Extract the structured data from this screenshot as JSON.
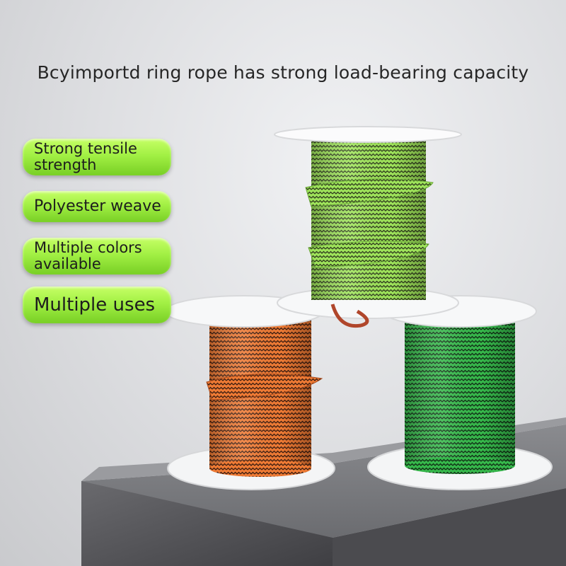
{
  "headline": "Bcyimportd ring rope has strong load-bearing capacity",
  "features": [
    {
      "lines": [
        "Strong tensile",
        "strength"
      ]
    },
    {
      "lines": [
        "Polyester weave"
      ]
    },
    {
      "lines": [
        "Multiple colors",
        "available"
      ]
    },
    {
      "lines": [
        "Multiple uses"
      ]
    }
  ],
  "colors": {
    "spool_top": "#8fd94a",
    "spool_left": "#e2682a",
    "spool_right": "#2faa42",
    "pill_green": "#a2f044",
    "pedestal": "#5c5c60"
  }
}
